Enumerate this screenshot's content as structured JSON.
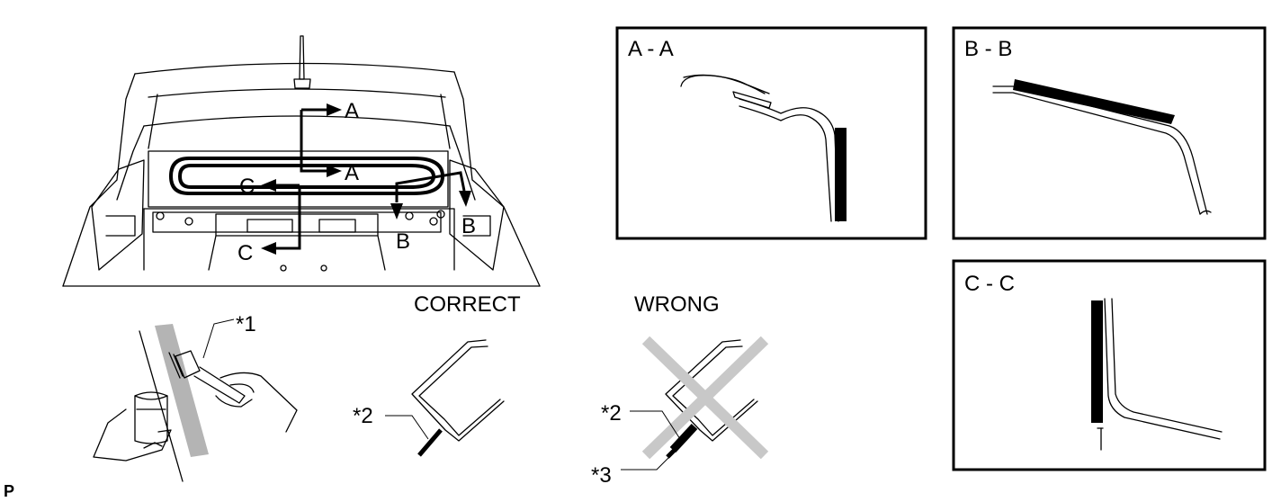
{
  "views": {
    "aa": {
      "title": "A - A"
    },
    "bb": {
      "title": "B - B"
    },
    "cc": {
      "title": "C - C"
    }
  },
  "car": {
    "arrow_a_top": "A",
    "arrow_a_bottom": "A",
    "arrow_b_left": "B",
    "arrow_b_right": "B",
    "arrow_c_top": "C",
    "arrow_c_bottom": "C"
  },
  "brush": {
    "callout": "*1"
  },
  "correct": {
    "heading": "CORRECT",
    "callout": "*2"
  },
  "wrong": {
    "heading": "WRONG",
    "callout_a": "*2",
    "callout_b": "*3"
  },
  "corner_mark": "P",
  "colors": {
    "line": "#000000",
    "cross": "#c8c8c8",
    "band": "#b4b4b4"
  }
}
